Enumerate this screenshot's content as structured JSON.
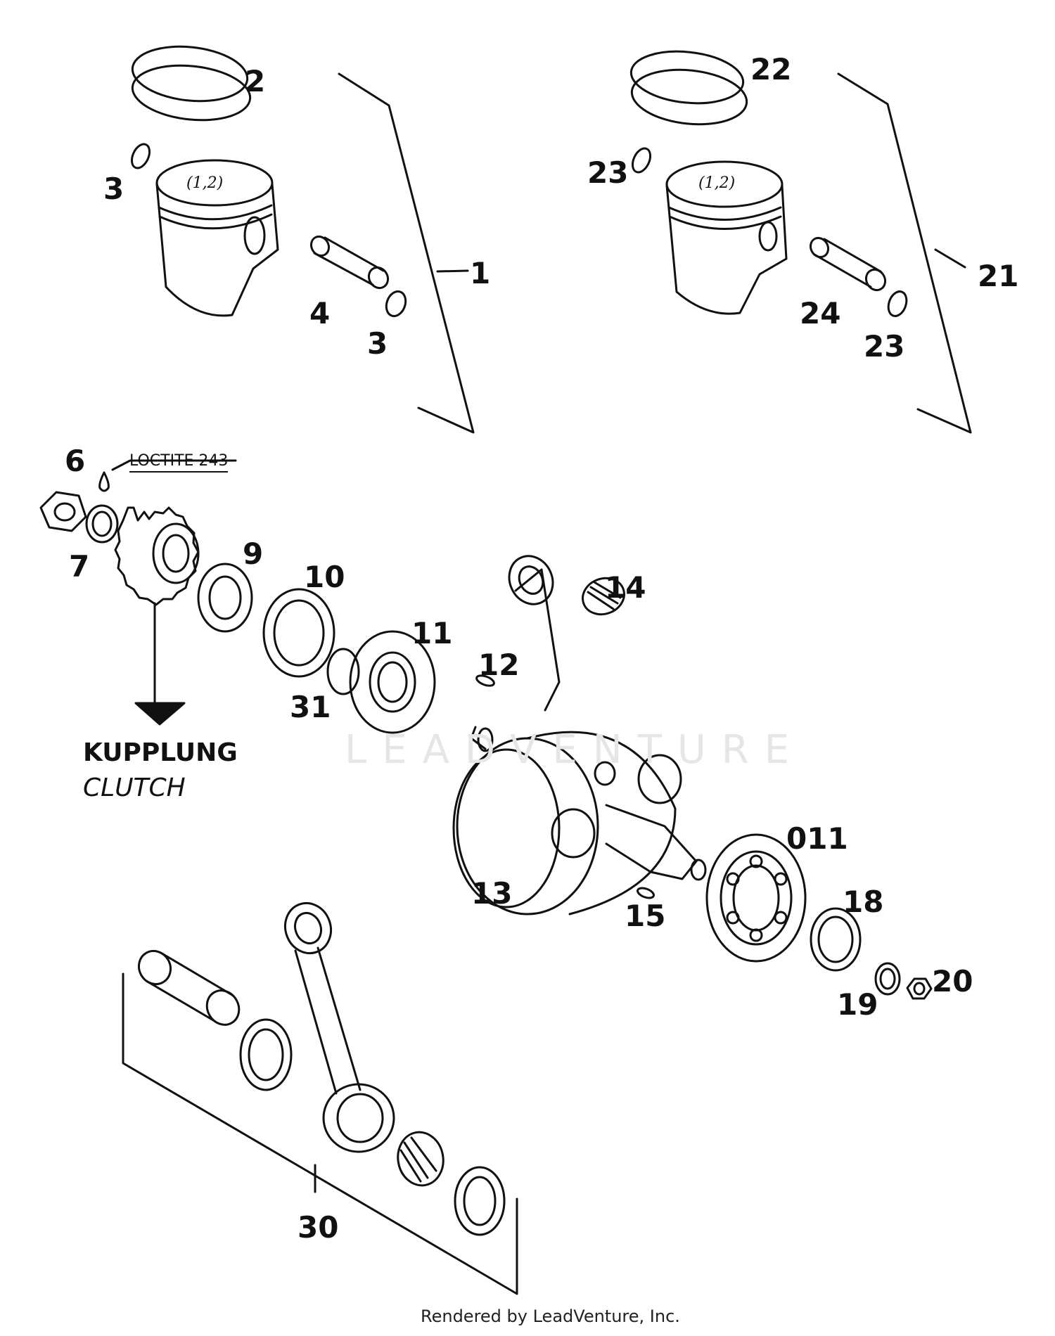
{
  "diagram": {
    "labels": {
      "p1": "1",
      "p2": "2",
      "p3a": "3",
      "p3b": "3",
      "p4": "4",
      "p6": "6",
      "p7": "7",
      "p9": "9",
      "p10": "10",
      "p11": "11",
      "p12": "12",
      "p13": "13",
      "p14": "14",
      "p15": "15",
      "p011": "011",
      "p18": "18",
      "p19": "19",
      "p20": "20",
      "p21": "21",
      "p22": "22",
      "p23a": "23",
      "p23b": "23",
      "p24": "24",
      "p30": "30",
      "p31": "31"
    },
    "piston_marking_left": "(1,2)",
    "piston_marking_right": "(1,2)",
    "note": "LOCTITE 243",
    "reference": {
      "de": "KUPPLUNG",
      "en": "CLUTCH"
    },
    "watermark": "LEADVENTURE",
    "footer": "Rendered by LeadVenture, Inc."
  }
}
